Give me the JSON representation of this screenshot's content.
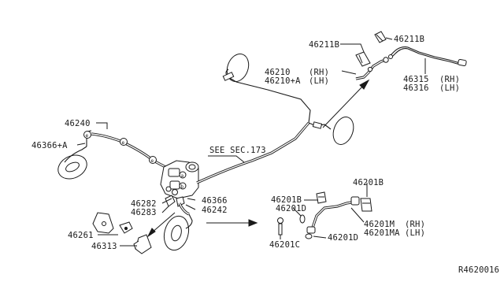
{
  "diagram": {
    "drawing_ref": "R4620016",
    "section_ref": "SEE SEC.173",
    "callouts": {
      "c46240": "46240",
      "c46366a": "46366+A",
      "c46282": "46282",
      "c46283": "46283",
      "c46366": "46366",
      "c46242": "46242",
      "c46261": "46261",
      "c46313": "46313",
      "c46210": "46210",
      "c46210_rh": "(RH)",
      "c46210a": "46210+A",
      "c46210a_lh": "(LH)",
      "c46211b_left": "46211B",
      "c46211b_right": "46211B",
      "c46315": "46315",
      "c46315_rh": "(RH)",
      "c46316": "46316",
      "c46316_lh": "(LH)",
      "c46201b_left": "46201B",
      "c46201b_right": "46201B",
      "c46201d_upper": "46201D",
      "c46201d_lower": "46201D",
      "c46201c": "46201C",
      "c46201m": "46201M",
      "c46201m_rh": "(RH)",
      "c46201ma": "46201MA",
      "c46201ma_lh": "(LH)"
    }
  }
}
